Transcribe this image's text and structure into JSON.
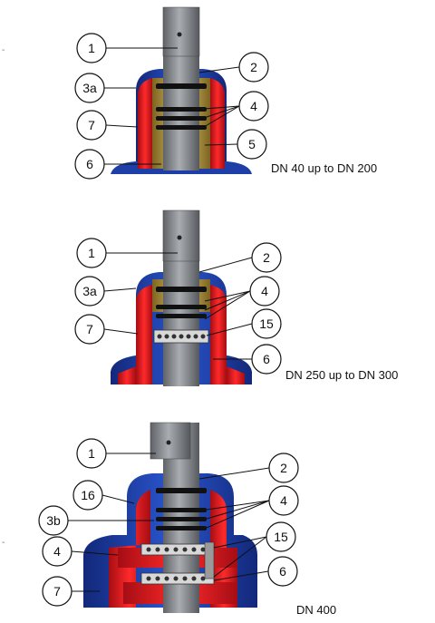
{
  "colors": {
    "body_blue": "#2448b8",
    "body_blue_dark": "#163086",
    "section_red": "#e0141e",
    "section_red_dark": "#a50d14",
    "stem_grey": "#8a8d90",
    "stem_dark": "#4a4c4f",
    "brass": "#b89a3e",
    "oring": "#1a1a1a"
  },
  "diagrams": [
    {
      "caption": "DN 40 up to DN 200",
      "callouts": [
        {
          "label": "1"
        },
        {
          "label": "2"
        },
        {
          "label": "3a"
        },
        {
          "label": "4"
        },
        {
          "label": "7"
        },
        {
          "label": "5"
        },
        {
          "label": "6"
        }
      ]
    },
    {
      "caption": "DN 250 up to DN 300",
      "callouts": [
        {
          "label": "1"
        },
        {
          "label": "2"
        },
        {
          "label": "3a"
        },
        {
          "label": "4"
        },
        {
          "label": "7"
        },
        {
          "label": "15"
        },
        {
          "label": "6"
        }
      ]
    },
    {
      "caption": "DN 400",
      "callouts": [
        {
          "label": "1"
        },
        {
          "label": "2"
        },
        {
          "label": "16"
        },
        {
          "label": "4"
        },
        {
          "label": "3b"
        },
        {
          "label": "15"
        },
        {
          "label": "4"
        },
        {
          "label": "6"
        },
        {
          "label": "7"
        }
      ]
    }
  ]
}
